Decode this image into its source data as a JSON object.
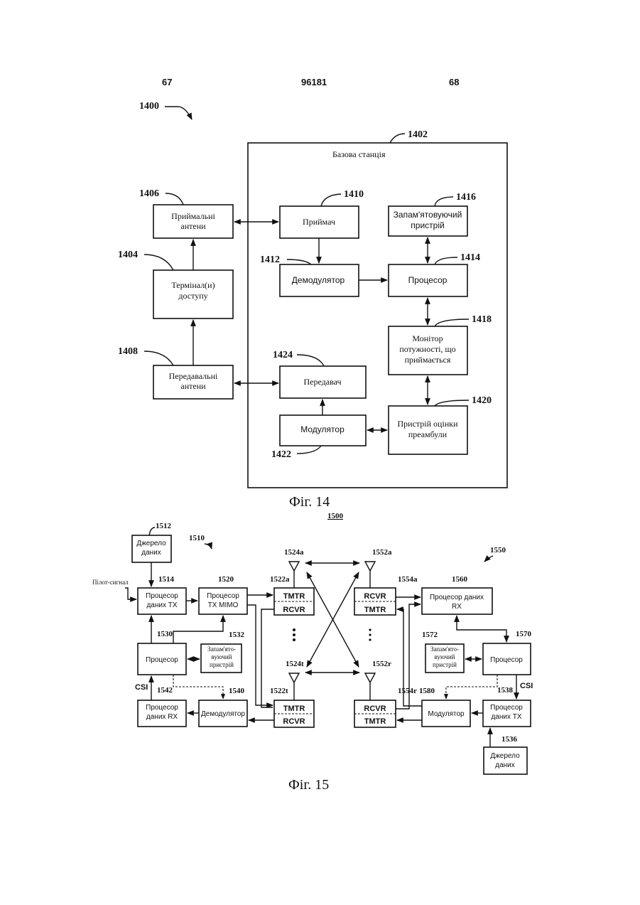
{
  "header": {
    "left": "67",
    "center": "96181",
    "right": "68"
  },
  "fig14": {
    "ref_diagram": "1400",
    "base_station": {
      "ref": "1402",
      "label": "Базова станція"
    },
    "rx_antennas": {
      "ref": "1406",
      "line1": "Приймальні",
      "line2": "антени"
    },
    "terminals": {
      "ref": "1404",
      "line1": "Термінал(и)",
      "line2": "доступу"
    },
    "tx_antennas": {
      "ref": "1408",
      "line1": "Передавальні",
      "line2": "антени"
    },
    "receiver": {
      "ref": "1410",
      "label": "Приймач"
    },
    "demodulator": {
      "ref": "1412",
      "label": "Демодулятор"
    },
    "memory": {
      "ref": "1416",
      "line1": "Запам'ятовуючий",
      "line2": "пристрій"
    },
    "processor": {
      "ref": "1414",
      "label": "Процесор"
    },
    "power_monitor": {
      "ref": "1418",
      "line1": "Монітор",
      "line2": "потужності, що",
      "line3": "приймається"
    },
    "transmitter": {
      "ref": "1424",
      "label": "Передавач"
    },
    "modulator": {
      "ref": "1422",
      "label": "Модулятор"
    },
    "preamble_estimator": {
      "ref": "1420",
      "line1": "Пристрій оцінки",
      "line2": "преамбули"
    },
    "caption": "Фіг. 14"
  },
  "fig15": {
    "ref_diagram": "1500",
    "tx_system_ref": "1510",
    "rx_system_ref": "1550",
    "pilot_label": "Пілот-сигнал",
    "csi_left": "CSI",
    "csi_right": "CSI",
    "data_source_left": {
      "ref": "1512",
      "line1": "Джерело",
      "line2": "даних"
    },
    "tx_data_proc_left": {
      "ref": "1514",
      "line1": "Процесор",
      "line2": "даних TX"
    },
    "tx_mimo_proc": {
      "ref": "1520",
      "line1": "Процесор",
      "line2": "TX MIMO"
    },
    "processor_left": {
      "ref": "1530",
      "label": "Процесор"
    },
    "memory_left": {
      "ref": "1532",
      "line1": "Запам'ято-",
      "line2": "вуючий",
      "line3": "пристрій"
    },
    "rx_data_proc_left": {
      "ref": "1542",
      "line1": "Процесор",
      "line2": "даних RX"
    },
    "demodulator_left": {
      "ref": "1540",
      "label": "Демодулятор"
    },
    "trx_left_top": {
      "ref": "1522a",
      "tmtr": "TMTR",
      "rcvr": "RCVR"
    },
    "trx_left_bottom": {
      "ref": "1522t",
      "tmtr": "TMTR",
      "rcvr": "RCVR"
    },
    "antenna_left_top": "1524a",
    "antenna_left_bottom": "1524t",
    "antenna_right_top": "1552a",
    "antenna_right_bottom": "1552r",
    "trx_right_top": {
      "ref": "1554a",
      "rcvr": "RCVR",
      "tmtr": "TMTR"
    },
    "trx_right_bottom": {
      "ref": "1554r",
      "rcvr": "RCVR",
      "tmtr": "TMTR"
    },
    "rx_data_proc_right": {
      "ref": "1560",
      "line1": "Процесор даних",
      "line2": "RX"
    },
    "memory_right": {
      "ref": "1572",
      "line1": "Запам'ято-",
      "line2": "вуючий",
      "line3": "пристрій"
    },
    "processor_right": {
      "ref": "1570",
      "label": "Процесор"
    },
    "modulator_right": {
      "ref": "1580",
      "label": "Модулятор"
    },
    "tx_data_proc_right": {
      "ref": "1538",
      "line1": "Процесор",
      "line2": "даних TX"
    },
    "data_source_right": {
      "ref": "1536",
      "line1": "Джерело",
      "line2": "даних"
    },
    "caption": "Фіг. 15"
  }
}
